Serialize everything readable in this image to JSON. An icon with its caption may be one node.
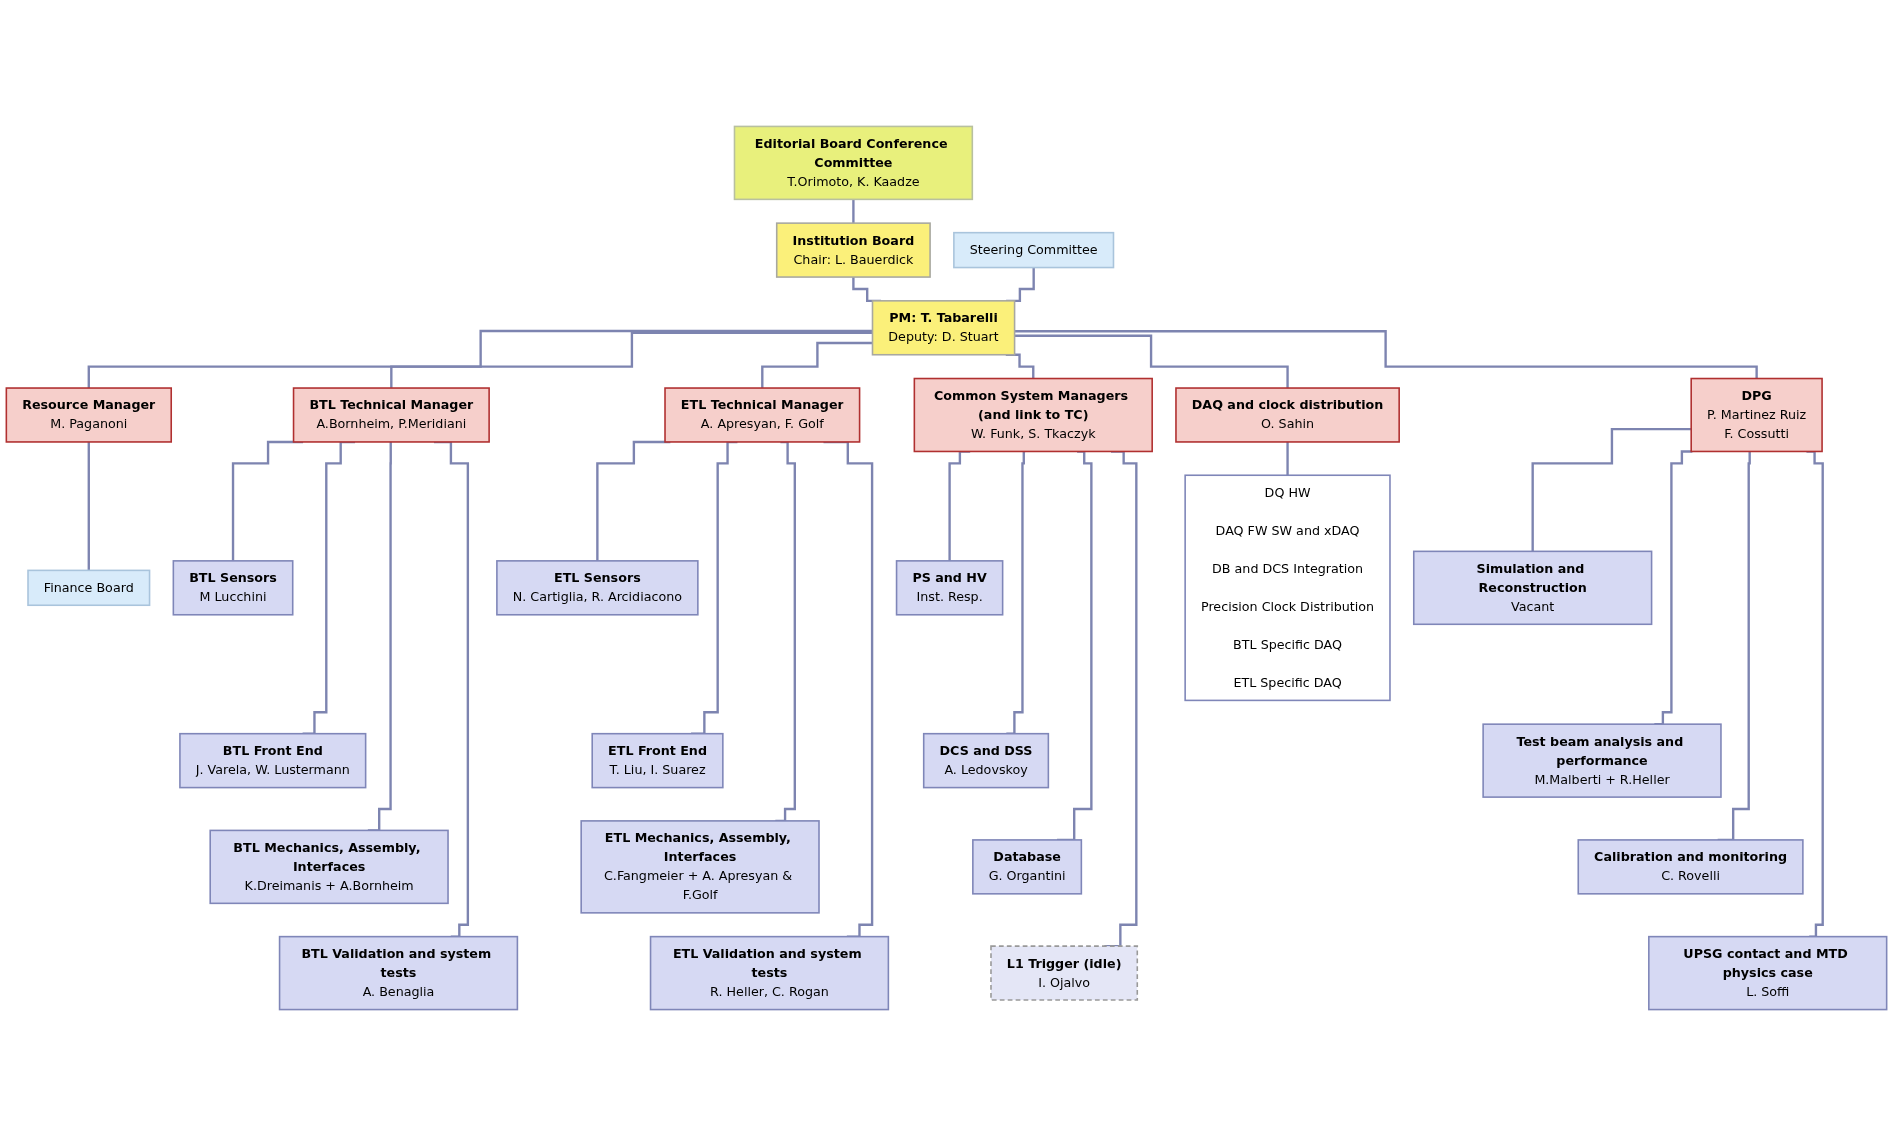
{
  "diagram": {
    "nodes": [
      {
        "text": [
          "Institution Board",
          "Chair: L. Bauerdick"
        ]
      },
      {
        "text": [
          "Editorial Board Conference Committee",
          "T.Orimoto, K. Kaadze"
        ]
      },
      {
        "text": [
          "Steering Committee"
        ]
      },
      {
        "text": [
          "PM: T. Tabarelli",
          "Deputy: D. Stuart"
        ]
      },
      {
        "text": [
          "Resource Manager",
          "M. Paganoni"
        ]
      },
      {
        "text": [
          "Finance Board"
        ]
      },
      {
        "text": [
          "BTL Technical Manager",
          "A.Bornheim, P.Meridiani"
        ]
      },
      {
        "text": [
          "ETL Technical Manager",
          "A. Apresyan, F. Golf"
        ]
      },
      {
        "text": [
          "Common System Managers (and link to TC)",
          "W. Funk, S. Tkaczyk"
        ]
      },
      {
        "text": [
          "DAQ and clock distribution",
          "O. Sahin"
        ]
      },
      {
        "text": [
          "DPG",
          "P. Martinez Ruiz",
          "F. Cossutti"
        ]
      },
      {
        "text": [
          "BTL Sensors",
          "M Lucchini"
        ]
      },
      {
        "text": [
          "BTL Front End",
          "J. Varela, W. Lustermann"
        ]
      },
      {
        "text": [
          "BTL Mechanics, Assembly, Interfaces",
          "K.Dreimanis + A.Bornheim"
        ]
      },
      {
        "text": [
          "BTL Validation and system tests",
          "A. Benaglia"
        ]
      },
      {
        "text": [
          "ETL Sensors",
          "N. Cartiglia, R. Arcidiacono"
        ]
      },
      {
        "text": [
          "ETL Front End",
          "T. Liu, I. Suarez"
        ]
      },
      {
        "text": [
          "ETL Mechanics, Assembly, Interfaces",
          "C.Fangmeier + A. Apresyan & F.Golf"
        ]
      },
      {
        "text": [
          "ETL Validation and system tests",
          "R. Heller, C. Rogan"
        ]
      },
      {
        "text": [
          "PS and HV",
          "Inst. Resp."
        ]
      },
      {
        "text": [
          "DCS and DSS",
          "A. Ledovskoy"
        ]
      },
      {
        "text": [
          "Database",
          "G. Organtini"
        ]
      },
      {
        "text": [
          "L1 Trigger (idle)",
          "I. Ojalvo"
        ]
      },
      {
        "text": [
          "DQ HW",
          "DAQ FW SW and xDAQ",
          "DB and DCS Integration",
          "Precision Clock Distribution",
          "BTL Specific DAQ",
          "ETL Specific DAQ"
        ]
      },
      {
        "text": [
          "Simulation and Reconstruction",
          "Vacant"
        ]
      },
      {
        "text": [
          "Test beam analysis and performance",
          "M.Malberti + R.Heller"
        ]
      },
      {
        "text": [
          "Calibration and monitoring",
          "C. Rovelli"
        ]
      },
      {
        "text": [
          "UPSG contact and MTD physics case",
          "L. Soffi"
        ]
      }
    ],
    "edges": [
      {
        "from": 0,
        "to": 1,
        "arrow": "none"
      },
      {
        "from": 0,
        "to": 3,
        "arrow": "none"
      },
      {
        "from": 2,
        "to": 3,
        "arrow": "none"
      },
      {
        "from": 3,
        "to": 4,
        "arrow": "none"
      },
      {
        "from": 4,
        "to": 5,
        "arrow": "none"
      },
      {
        "from": 3,
        "to": 6,
        "arrow": "none"
      },
      {
        "from": 3,
        "to": 7,
        "arrow": "none"
      },
      {
        "from": 3,
        "to": 8,
        "arrow": "none"
      },
      {
        "from": 3,
        "to": 9,
        "arrow": "none"
      },
      {
        "from": 3,
        "to": 10,
        "arrow": "none"
      },
      {
        "from": 6,
        "to": 11,
        "arrow": "none"
      },
      {
        "from": 6,
        "to": 12,
        "arrow": "none"
      },
      {
        "from": 6,
        "to": 13,
        "arrow": "none"
      },
      {
        "from": 6,
        "to": 14,
        "arrow": "none"
      },
      {
        "from": 7,
        "to": 15,
        "arrow": "none"
      },
      {
        "from": 7,
        "to": 16,
        "arrow": "none"
      },
      {
        "from": 7,
        "to": 17,
        "arrow": "none"
      },
      {
        "from": 7,
        "to": 18,
        "arrow": "none"
      },
      {
        "from": 8,
        "to": 19,
        "arrow": "none"
      },
      {
        "from": 8,
        "to": 20,
        "arrow": "none"
      },
      {
        "from": 8,
        "to": 21,
        "arrow": "none"
      },
      {
        "from": 8,
        "to": 22,
        "arrow": "none"
      },
      {
        "from": 9,
        "to": 23,
        "arrow": "none"
      },
      {
        "from": 10,
        "to": 24,
        "arrow": "none"
      },
      {
        "from": 10,
        "to": 25,
        "arrow": "none"
      },
      {
        "from": 10,
        "to": 26,
        "arrow": "none"
      },
      {
        "from": 10,
        "to": 27,
        "arrow": "none"
      }
    ]
  }
}
